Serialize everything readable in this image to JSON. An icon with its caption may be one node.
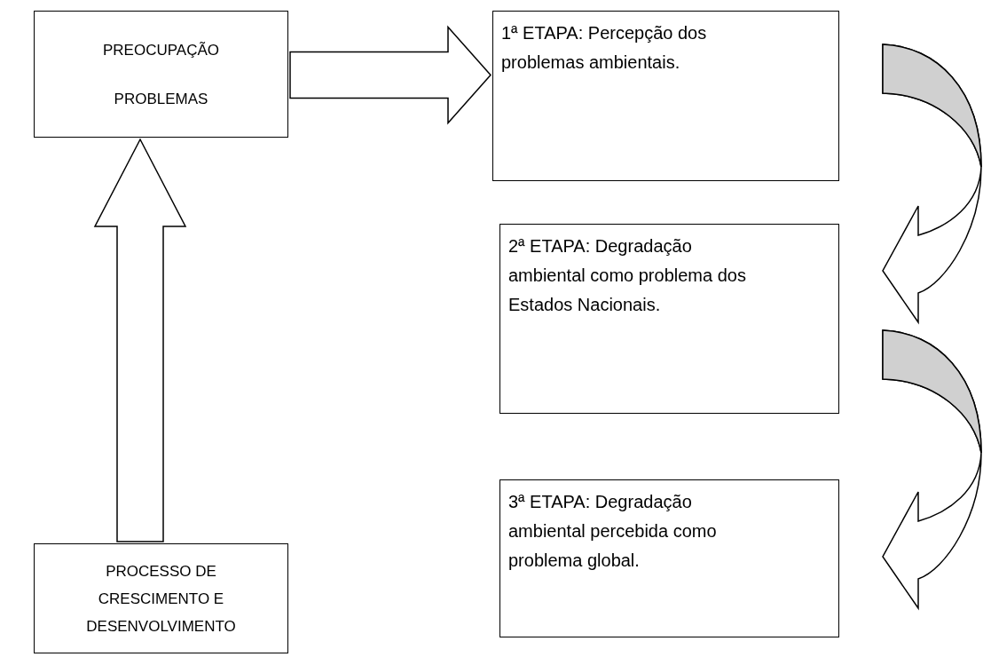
{
  "diagram": {
    "nodes": [
      {
        "text": [
          "PREOCUPAÇÃO",
          "PROBLEMAS"
        ]
      },
      {
        "text": [
          "1ª ETAPA: Percepção dos problemas ambientais."
        ]
      },
      {
        "text": [
          "2ª ETAPA: Degradação ambiental como problema dos Estados Nacionais."
        ]
      },
      {
        "text": [
          "3ª ETAPA: Degradação ambiental percebida como problema global."
        ]
      },
      {
        "text": [
          "PROCESSO DE CRESCIMENTO E DESENVOLVIMENTO"
        ]
      }
    ],
    "edges": [
      {
        "from": 0,
        "to": 1,
        "arrow": "to"
      },
      {
        "from": 1,
        "to": 2,
        "arrow": "to"
      },
      {
        "from": 2,
        "to": 3,
        "arrow": "to"
      },
      {
        "from": 4,
        "to": 0,
        "arrow": "to"
      }
    ]
  }
}
